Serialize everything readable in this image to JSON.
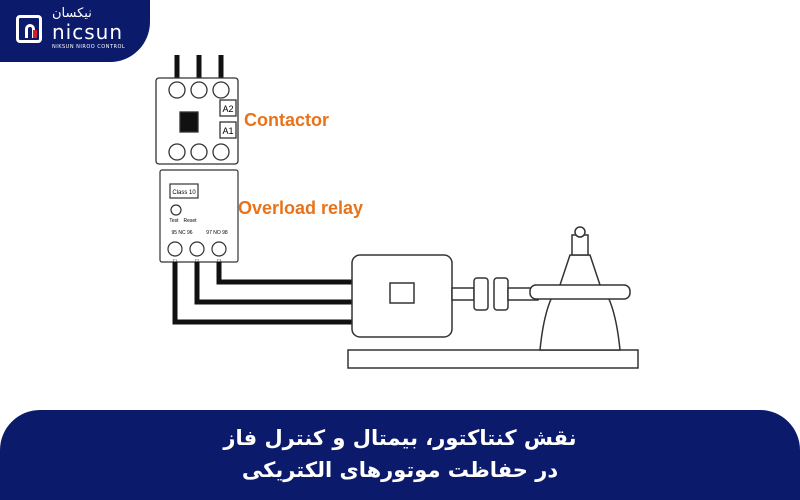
{
  "logo": {
    "persian": "نیکسان",
    "name": "nicsun",
    "tagline": "NIKSUN NIROO CONTROL"
  },
  "diagram": {
    "contactor_label": "Contactor",
    "overload_label": "Overload relay",
    "coil_terminals": [
      "A2",
      "A1"
    ],
    "relay_class": "Class 10",
    "test_label": "Test",
    "reset_label": "Reset",
    "nc_contacts": "95 NC 96",
    "no_contacts": "97 NO 98",
    "output_terminals": [
      "T1",
      "T2",
      "T3"
    ]
  },
  "banner": {
    "line1": "نقش کنتاکتور، بیمتال و کنترل فاز",
    "line2": "در حفاظت موتورهای الکتریکی"
  },
  "colors": {
    "navy": "#0c1a6b",
    "accent": "#e8731a"
  }
}
